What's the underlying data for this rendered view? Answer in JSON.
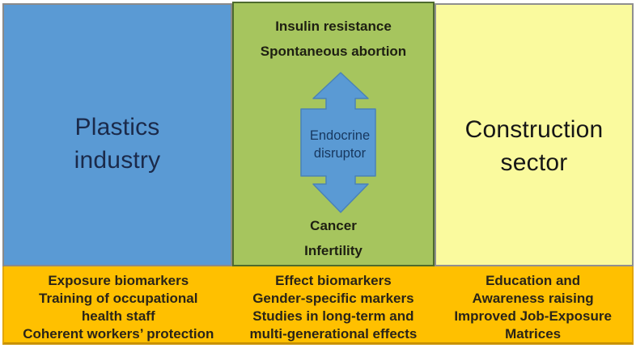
{
  "panels": {
    "left": {
      "title_lines": [
        "Plastics",
        "industry"
      ],
      "fill_color": "#5A9AD4",
      "border_color": "#8A8A8A",
      "text_color": "#1B2A4A"
    },
    "middle": {
      "fill_color": "#A6C55E",
      "border_color": "#4D6A2D",
      "top_labels": [
        "Insulin resistance",
        "Spontaneous abortion"
      ],
      "center_box_lines": [
        "Endocrine",
        "disruptor"
      ],
      "bottom_labels": [
        "Cancer",
        "Infertility"
      ],
      "arrow_color": "#5A9AD4"
    },
    "right": {
      "title_lines": [
        "Construction",
        "sector"
      ],
      "fill_color": "#FAFA9E",
      "border_color": "#8F8F8F",
      "text_color": "#161616"
    }
  },
  "bottom_bar": {
    "fill_color": "#FFC000",
    "border_color": "#C99200",
    "columns": [
      {
        "lines": [
          "Exposure biomarkers",
          "Training of occupational",
          "health staff",
          "Coherent workers’ protection"
        ]
      },
      {
        "lines": [
          "Effect biomarkers",
          "Gender-specific markers",
          "Studies in long-term and",
          "multi-generational effects"
        ]
      },
      {
        "lines": [
          "Education and",
          "Awareness raising",
          "Improved Job-Exposure",
          "Matrices"
        ]
      }
    ]
  },
  "icons": {
    "double_arrow": "vertical-double-headed-arrow"
  }
}
